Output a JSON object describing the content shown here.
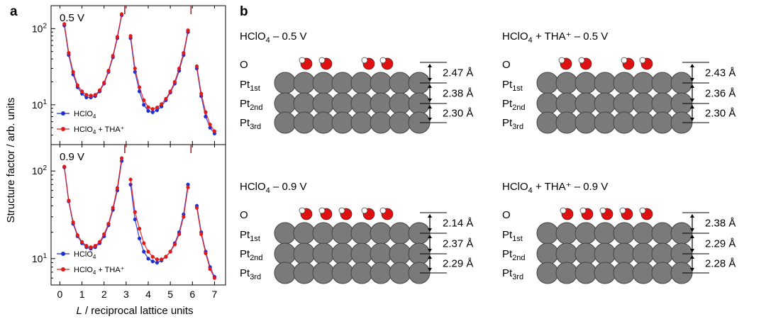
{
  "panel_a": {
    "letter": "a",
    "ylabel": "Structure factor / arb. units",
    "xlabel_italic": "L",
    "xlabel_rest": " / reciprocal lattice units"
  },
  "panel_b": {
    "letter": "b"
  },
  "chart_data": [
    {
      "type": "scatter",
      "panel_label": "0.5 V",
      "yscale": "log",
      "ylim": [
        3,
        200
      ],
      "xlim": [
        -0.4,
        7.5
      ],
      "xticks": [
        "0",
        "1",
        "2",
        "3",
        "4",
        "5",
        "6",
        "7"
      ],
      "yticks": [
        {
          "label_base": "10",
          "label_exp": "1",
          "value": 10
        },
        {
          "label_base": "10",
          "label_exp": "2",
          "value": 100
        }
      ],
      "legend_position": "bottom-left",
      "series": [
        {
          "name_main": "HClO",
          "name_sub": "4",
          "name_suffix": "",
          "color": "#1f2fd6",
          "x": [
            0.2,
            0.4,
            0.6,
            0.8,
            1.0,
            1.2,
            1.4,
            1.6,
            1.8,
            2.0,
            2.2,
            2.4,
            2.6,
            2.8,
            3.2,
            3.4,
            3.6,
            3.8,
            4.0,
            4.2,
            4.4,
            4.6,
            4.8,
            5.0,
            5.2,
            5.4,
            5.6,
            5.8,
            6.2,
            6.4,
            6.6,
            6.8,
            7.0
          ],
          "y": [
            110,
            45,
            25,
            17,
            14,
            12.5,
            12.5,
            13,
            15,
            19,
            27,
            42,
            75,
            150,
            75,
            27,
            15,
            10,
            8.3,
            8,
            8.5,
            9.5,
            11.5,
            14.5,
            19,
            28,
            45,
            90,
            30,
            13,
            7,
            5,
            4.2
          ]
        },
        {
          "name_main": "HClO",
          "name_sub": "4",
          "name_suffix": " + THA⁺",
          "color": "#e01919",
          "x": [
            0.2,
            0.4,
            0.6,
            0.8,
            1.0,
            1.2,
            1.4,
            1.6,
            1.8,
            2.0,
            2.2,
            2.4,
            2.6,
            2.8,
            3.2,
            3.4,
            3.6,
            3.8,
            4.0,
            4.2,
            4.4,
            4.6,
            4.8,
            5.0,
            5.2,
            5.4,
            5.6,
            5.8,
            6.2,
            6.4,
            6.6,
            6.8,
            7.0
          ],
          "y": [
            115,
            48,
            27,
            18,
            15,
            13.5,
            13.2,
            13.5,
            15.5,
            19.5,
            28,
            44,
            78,
            155,
            80,
            30,
            17,
            11.5,
            9.3,
            8.8,
            9.2,
            10.2,
            12,
            15,
            20,
            30,
            48,
            95,
            32,
            14,
            8,
            5.5,
            4.5
          ]
        }
      ]
    },
    {
      "type": "scatter",
      "panel_label": "0.9 V",
      "yscale": "log",
      "ylim": [
        5,
        200
      ],
      "xlim": [
        -0.4,
        7.5
      ],
      "xticks": [
        "0",
        "1",
        "2",
        "3",
        "4",
        "5",
        "6",
        "7"
      ],
      "yticks": [
        {
          "label_base": "10",
          "label_exp": "1",
          "value": 10
        },
        {
          "label_base": "10",
          "label_exp": "2",
          "value": 100
        }
      ],
      "legend_position": "bottom-left",
      "series": [
        {
          "name_main": "HClO",
          "name_sub": "4",
          "name_suffix": "",
          "color": "#1f2fd6",
          "x": [
            0.2,
            0.4,
            0.6,
            0.8,
            1.0,
            1.2,
            1.4,
            1.6,
            1.8,
            2.0,
            2.2,
            2.4,
            2.6,
            2.8,
            3.2,
            3.4,
            3.6,
            3.8,
            4.0,
            4.2,
            4.4,
            4.6,
            4.8,
            5.0,
            5.2,
            5.4,
            5.6,
            5.8,
            6.2,
            6.4,
            6.6,
            6.8,
            7.0
          ],
          "y": [
            110,
            45,
            25,
            18,
            15,
            13.5,
            13,
            13.5,
            15,
            18,
            24,
            36,
            60,
            130,
            70,
            28,
            17,
            12,
            10,
            9.3,
            9,
            9.5,
            10.5,
            12,
            15,
            20,
            32,
            70,
            40,
            20,
            12,
            8,
            6.2
          ]
        },
        {
          "name_main": "HClO",
          "name_sub": "4",
          "name_suffix": " + THA⁺",
          "color": "#e01919",
          "x": [
            0.2,
            0.4,
            0.6,
            0.8,
            1.0,
            1.2,
            1.4,
            1.6,
            1.8,
            2.0,
            2.2,
            2.4,
            2.6,
            2.8,
            3.2,
            3.4,
            3.6,
            3.8,
            4.0,
            4.2,
            4.4,
            4.6,
            4.8,
            5.0,
            5.2,
            5.4,
            5.6,
            5.8,
            6.2,
            6.4,
            6.6,
            6.8,
            7.0
          ],
          "y": [
            112,
            46,
            26,
            18.5,
            15.5,
            14,
            13.5,
            14,
            15.5,
            19,
            25,
            38,
            64,
            140,
            80,
            34,
            22,
            15,
            12,
            10.5,
            9.8,
            9.8,
            10.5,
            12,
            14.5,
            19,
            30,
            65,
            38,
            19,
            11.5,
            7.6,
            6
          ]
        }
      ]
    }
  ],
  "structures": [
    {
      "title_a": "HClO",
      "title_sub": "4",
      "title_b": " – 0.5 V",
      "label_O": "O",
      "layer_base": "Pt",
      "layer_subs": [
        "1st",
        "2nd",
        "3rd"
      ],
      "distances": [
        "2.47 Å",
        "2.38 Å",
        "2.30 Å"
      ]
    },
    {
      "title_a": "HClO",
      "title_sub": "4",
      "title_b": " + THA⁺ – 0.5 V",
      "label_O": "O",
      "layer_base": "Pt",
      "layer_subs": [
        "1st",
        "2nd",
        "3rd"
      ],
      "distances": [
        "2.43 Å",
        "2.36 Å",
        "2.30 Å"
      ]
    },
    {
      "title_a": "HClO",
      "title_sub": "4",
      "title_b": " – 0.9 V",
      "label_O": "O",
      "layer_base": "Pt",
      "layer_subs": [
        "1st",
        "2nd",
        "3rd"
      ],
      "distances": [
        "2.14 Å",
        "2.37 Å",
        "2.29 Å"
      ]
    },
    {
      "title_a": "HClO",
      "title_sub": "4",
      "title_b": " + THA⁺ – 0.9 V",
      "label_O": "O",
      "layer_base": "Pt",
      "layer_subs": [
        "1st",
        "2nd",
        "3rd"
      ],
      "distances": [
        "2.38 Å",
        "2.29 Å",
        "2.28 Å"
      ]
    }
  ]
}
